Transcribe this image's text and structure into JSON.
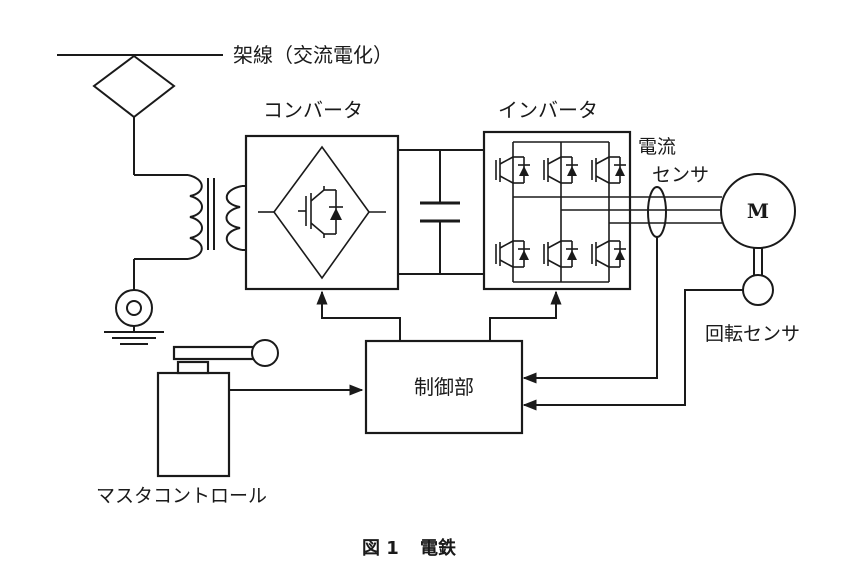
{
  "labels": {
    "overhead_line": "架線（交流電化）",
    "converter": "コンバータ",
    "inverter": "インバータ",
    "current_sensor_line1": "電流",
    "current_sensor_line2": "センサ",
    "motor": "M",
    "rotation_sensor": "回転センサ",
    "controller": "制御部",
    "master_controller": "マスタコントロール"
  },
  "caption": {
    "number": "図 1",
    "title": "電鉄"
  }
}
